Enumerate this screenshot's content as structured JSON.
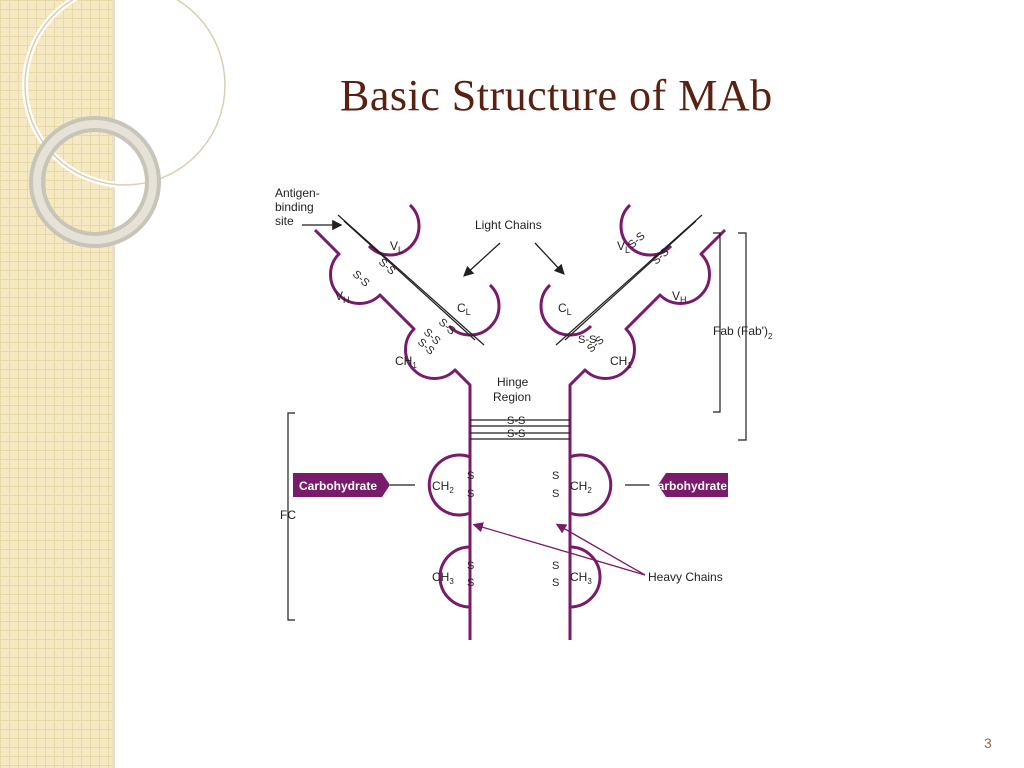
{
  "slide": {
    "title": "Basic Structure of MAb",
    "page_number": "3"
  },
  "diagram": {
    "antigen_site_line1": "Antigen-",
    "antigen_site_line2": "binding",
    "antigen_site_line3": "site",
    "light_chains": "Light Chains",
    "heavy_chains": "Heavy Chains",
    "hinge_line1": "Hinge",
    "hinge_line2": "Region",
    "fab": "Fab (Fab')",
    "fab_sub": "2",
    "fc": "FC",
    "carbohydrate_left": "Carbohydrate",
    "carbohydrate_right": "Carbohydrate",
    "vl": "V",
    "vl_sub": "L",
    "vh": "V",
    "vh_sub": "H",
    "cl": "C",
    "cl_sub": "L",
    "ch1": "CH",
    "ch1_sub": "1",
    "ch2": "CH",
    "ch2_sub": "2",
    "ch3": "CH",
    "ch3_sub": "3",
    "ss": "S-S",
    "s": "S"
  },
  "colors": {
    "chain": "#7a1a6a",
    "title": "#5a2010",
    "sidebar": "#f5e9c4"
  }
}
